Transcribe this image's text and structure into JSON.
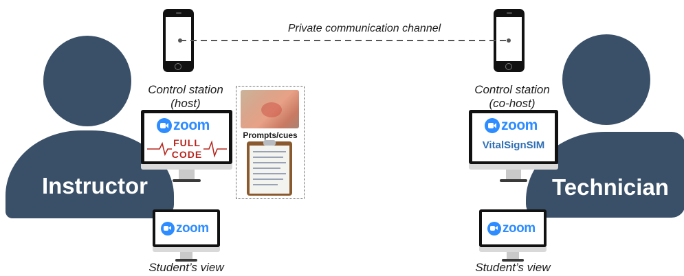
{
  "channel_label": "Private communication channel",
  "instructor": {
    "name": "Instructor",
    "station_line1": "Control station",
    "station_line2": "(host)",
    "monitor": {
      "app": "zoom",
      "overlay_line1": "FULL",
      "overlay_line2": "CODE"
    },
    "student_view": {
      "app": "zoom",
      "caption": "Student’s view"
    }
  },
  "technician": {
    "name": "Technician",
    "station_line1": "Control station",
    "station_line2": "(co-host)",
    "monitor": {
      "app": "zoom",
      "overlay": "VitalSignSIM"
    },
    "student_view": {
      "app": "zoom",
      "caption": "Student’s view"
    }
  },
  "prompts": {
    "label": "Prompts/cues"
  },
  "colors": {
    "silhouette": "#3a5068",
    "zoom_blue": "#2d8cff",
    "full_code_red": "#b5261e",
    "vitalsign_blue": "#2f6fb5",
    "channel_line": "#555555"
  }
}
